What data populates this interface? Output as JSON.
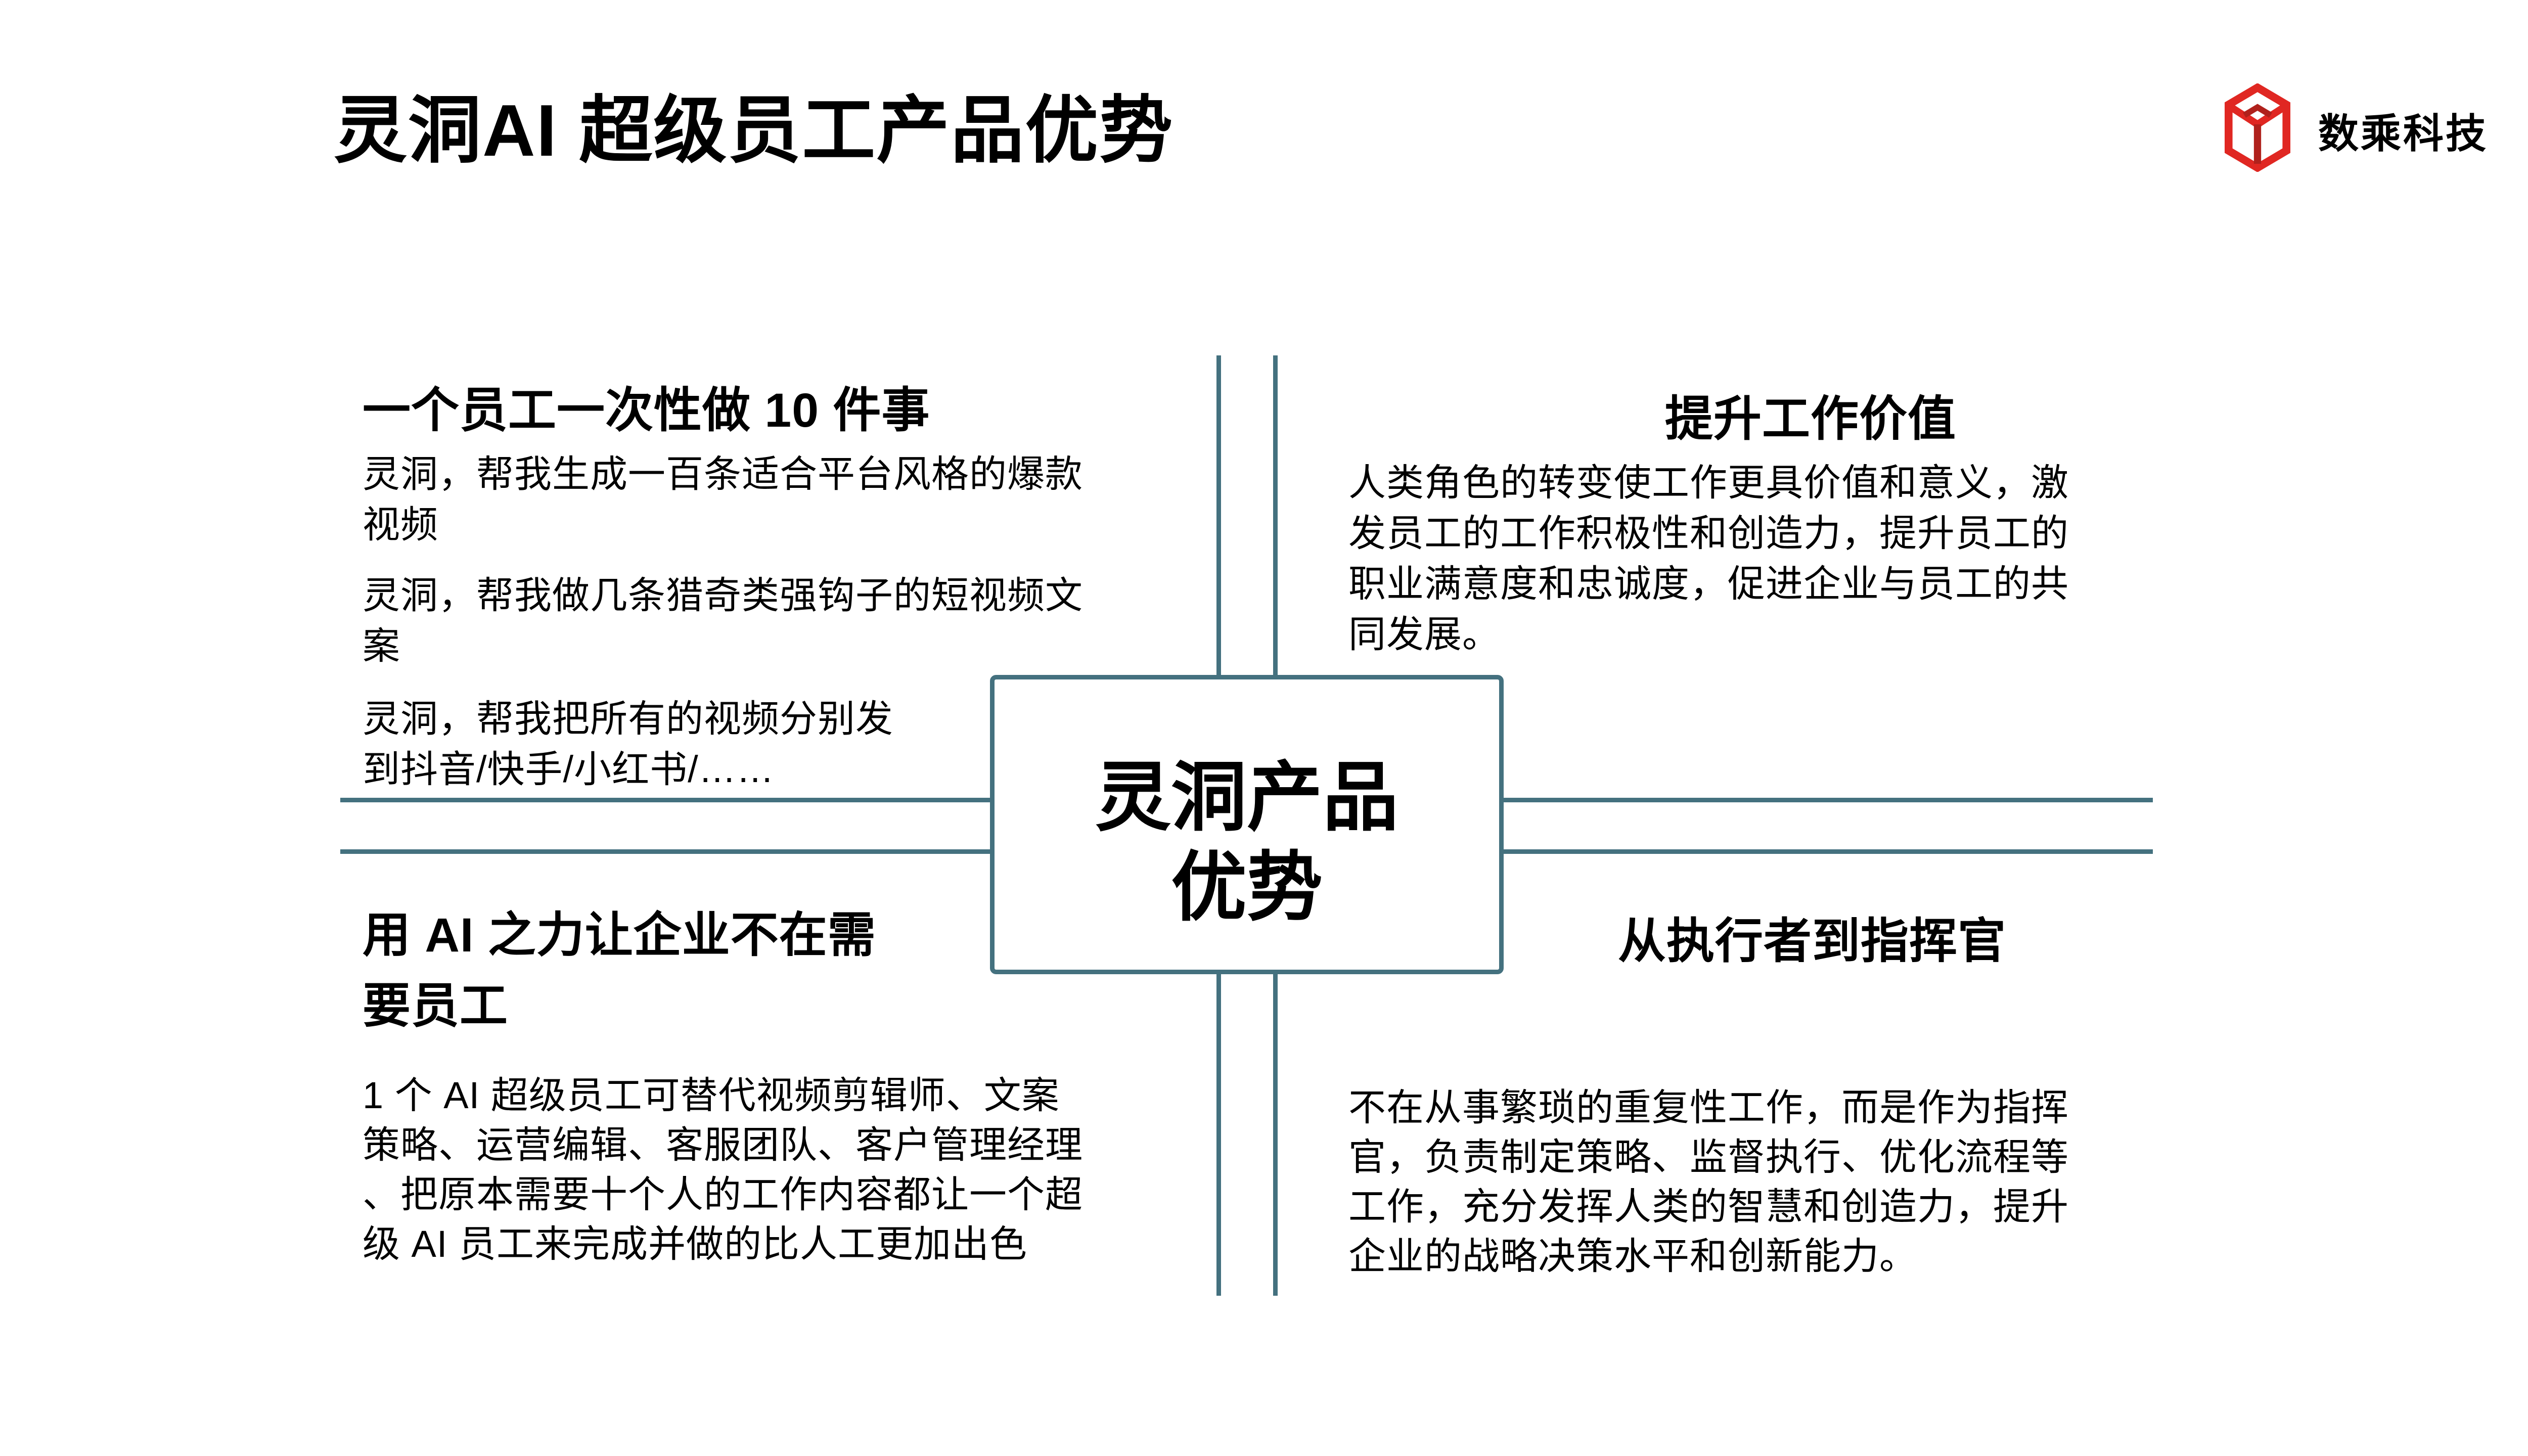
{
  "page": {
    "title": "灵洞AI 超级员工产品优势",
    "accent_color": "#44717F",
    "background_color": "#FFFFFF"
  },
  "brand": {
    "name": "数乘科技",
    "logo_icon": "hex-cube-logo-icon",
    "logo_color": "#E02722",
    "logo_shade_color": "#B0211C"
  },
  "center": {
    "label": "灵洞产品\n优势"
  },
  "quadrants": {
    "top_left": {
      "title": "一个员工一次性做 10 件事",
      "items": [
        "灵洞，帮我生成一百条适合平台风格的爆款\n视频",
        "灵洞，帮我做几条猎奇类强钩子的短视频文\n案",
        "灵洞，帮我把所有的视频分别发\n到抖音/快手/小红书/……"
      ]
    },
    "top_right": {
      "title": "提升工作价值",
      "body": "人类角色的转变使工作更具价值和意义，激\n发员工的工作积极性和创造力，提升员工的\n职业满意度和忠诚度，促进企业与员工的共\n同发展。"
    },
    "bottom_left": {
      "title": "用 AI 之力让企业不在需\n要员工",
      "body": "1 个 AI 超级员工可替代视频剪辑师、文案\n策略、运营编辑、客服团队、客户管理经理\n、把原本需要十个人的工作内容都让一个超\n级 AI 员工来完成并做的比人工更加出色"
    },
    "bottom_right": {
      "title": "从执行者到指挥官",
      "body": "不在从事繁琐的重复性工作，而是作为指挥\n官，负责制定策略、监督执行、优化流程等\n工作，充分发挥人类的智慧和创造力，提升\n企业的战略决策水平和创新能力。"
    }
  }
}
